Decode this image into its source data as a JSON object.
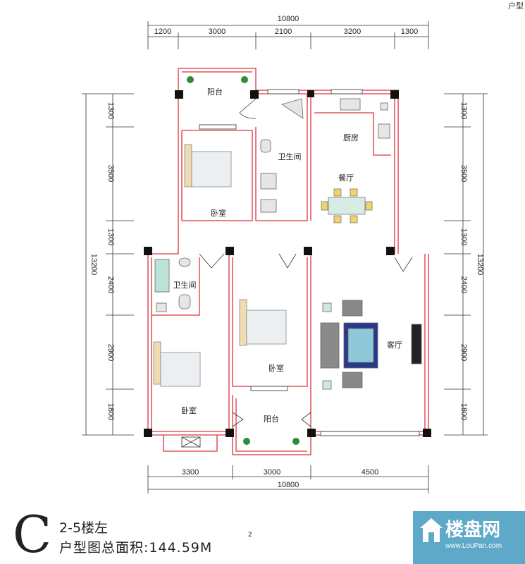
{
  "corner_label": "户型",
  "dimensions": {
    "top_total": "10800",
    "top_segments": [
      "1200",
      "3000",
      "2100",
      "3200",
      "1300"
    ],
    "bottom_total": "10800",
    "bottom_segments": [
      "3300",
      "3000",
      "4500"
    ],
    "left_total": "13200",
    "left_segments": [
      "1300",
      "3500",
      "1300",
      "2400",
      "2900",
      "1800"
    ],
    "right_total": "13200",
    "right_segments": [
      "1300",
      "3500",
      "1300",
      "2400",
      "2900",
      "1800"
    ]
  },
  "rooms": {
    "balcony_top": "阳台",
    "bathroom_top": "卫生间",
    "kitchen": "厨房",
    "dining": "餐厅",
    "bedroom_top": "卧室",
    "bathroom_left": "卫生间",
    "bedroom_center": "卧室",
    "living": "客厅",
    "bedroom_left": "卧室",
    "balcony_bottom": "阳台"
  },
  "caption": {
    "letter": "C",
    "floors": "2-5楼左",
    "area": "户型图总面积:144.59M",
    "area_sup": "2"
  },
  "watermark": {
    "name": "楼盘网",
    "url": "www.LouPan.com"
  }
}
